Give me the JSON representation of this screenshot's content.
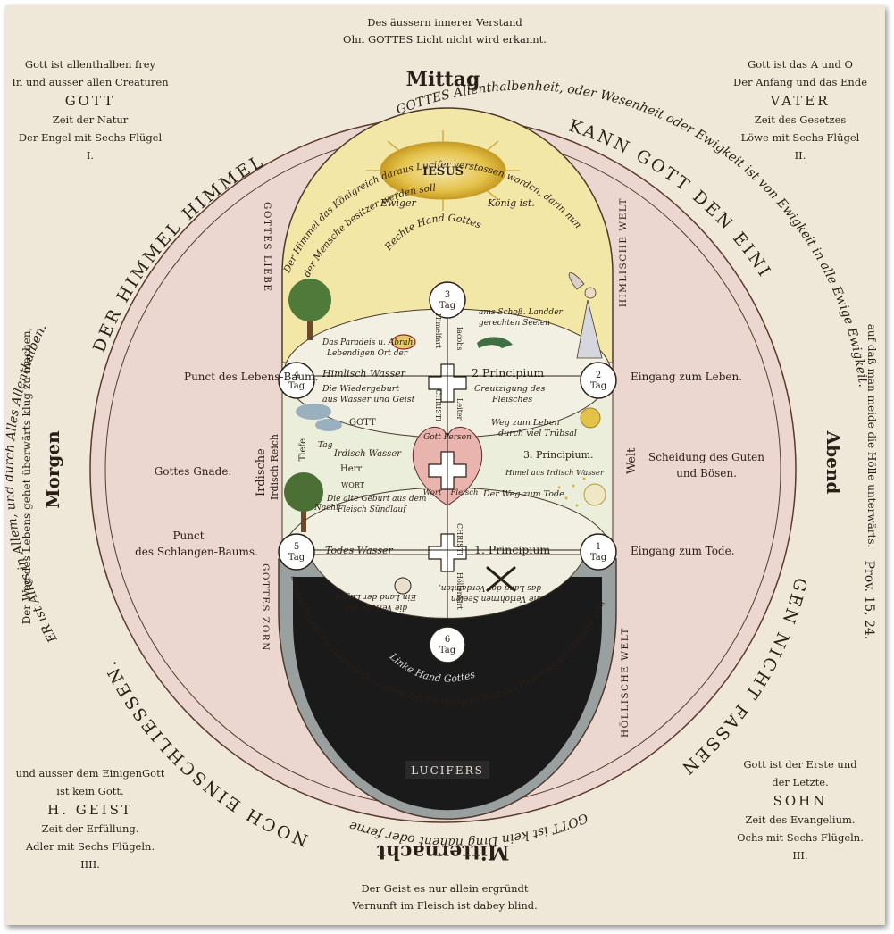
{
  "top_verse": [
    "Des äussern innerer Verstand",
    "Ohn GOTTES Licht nicht wird erkannt."
  ],
  "bottom_verse": [
    "Der Geist es nur allein ergründt",
    "Vernunft im Fleisch ist dabey blind."
  ],
  "cardinal": {
    "north": "Mittag",
    "south": "Mitternacht",
    "west": "Morgen",
    "east": "Abend"
  },
  "corners": {
    "top_left": {
      "lines": [
        "Gott ist allenthalben frey",
        "In und ausser allen Creaturen"
      ],
      "name": "GOTT",
      "sub": [
        "Zeit der Natur",
        "Der Engel mit Sechs Flügel"
      ],
      "num": "I."
    },
    "top_right": {
      "lines": [
        "Gott ist das A und O",
        "Der Anfang und das Ende"
      ],
      "name": "VATER",
      "sub": [
        "Zeit des Gesetzes",
        "Löwe mit Sechs Flügel"
      ],
      "num": "II."
    },
    "bottom_left": {
      "lines": [
        "und ausser dem EinigenGott",
        "ist kein Gott."
      ],
      "name": "H. GEIST",
      "sub": [
        "Zeit der Erfüllung.",
        "Adler mit Sechs Flügeln."
      ],
      "num": "IIII."
    },
    "bottom_right": {
      "lines": [
        "Gott ist der Erste und",
        "der Letzte."
      ],
      "name": "SOHN",
      "sub": [
        "Zeit des Evangelium.",
        "Ochs mit Sechs Flügeln."
      ],
      "num": "III."
    }
  },
  "side_texts": {
    "left": "Der Weg des Lebens gehet überwärts klug zu machen,",
    "right": "auf daß man meide die Hölle unterwärts.",
    "right_ref": "Prov. 15, 24."
  },
  "outer_ring": {
    "top_left": "DER HIMMEL HIMMEL",
    "top_right": "KANN GOTT DEN EINI",
    "bottom_right": "GEN NICHT FASSEN",
    "bottom_left": "NOCH EINSCHLIESSEN."
  },
  "inner_ring": {
    "top": "GOTTES Allenthalbenheit, oder Wesenheit oder Ewigkeit ist von Ewigkeit in alle Ewige Ewigkeit.",
    "left": "ER ist Alles in Allem, und durch Alles Allenthalben.",
    "bottom": "GOTT ist kein Ding nahent oder ferne"
  },
  "side_labels": {
    "left": [
      "Punct des Lebens-Baum.",
      "Gottes Gnade.",
      "Punct",
      "des Schlangen-Baums."
    ],
    "right": [
      "Eingang zum Leben.",
      "Scheidung des Guten",
      "und Bösen.",
      "Eingang zum Tode."
    ]
  },
  "days": {
    "top": [
      "3",
      "Tag"
    ],
    "right_top": [
      "2",
      "Tag"
    ],
    "left_top": [
      "4",
      "Tag"
    ],
    "left_bottom": [
      "5",
      "Tag"
    ],
    "right_bottom": [
      "1",
      "Tag"
    ],
    "bottom": [
      "6",
      "Tag"
    ]
  },
  "diagram": {
    "jesus": "IESUS",
    "upper_arc": [
      "Der Himmel das Königreich daraus Lucifer verstossen worden, darin nun",
      "der Mensche besitzer werden soll"
    ],
    "ewiger": "Ewiger",
    "koenig": "König ist.",
    "rechte_hand": "Rechte Hand Gottes",
    "gottes_liebe": "GOTTES LIEBE",
    "himlische_welt": "HIMLISCHE WELT",
    "paradeis": [
      "Das Paradeis u. Abrah",
      "Lebendigen Ort der"
    ],
    "schoss": [
      "ams Schoß. Landder",
      "gerechten Seelen"
    ],
    "himlisch_wasser": "Himlisch Wasser",
    "principium_2": "2.Principium",
    "wiedergeburt": [
      "Die Wiedergeburt",
      "aus Wasser und Geist"
    ],
    "creutzigung": [
      "Creutzigung des",
      "Fleisches"
    ],
    "himmelfart": "Himelfart",
    "jacobs": "Iacobs",
    "christi": "CHRISTI",
    "leiter": "Leiter",
    "gott": "GOTT",
    "irdisch_reich": "Irdisch Reich",
    "tiefe": "Tiefe",
    "tag_nacht": [
      "Tag",
      "Nacht"
    ],
    "irdisch_wasser": "Irdisch Wasser",
    "herr": "Herr",
    "gott_person": "Gott Person",
    "wort": "Wort",
    "fleisch": "Fleisch",
    "weg_leben": [
      "Weg zum Leben",
      "durch viel Trübsal"
    ],
    "principium_3": "3. Principium.",
    "himelaus": "Himel aus Irdisch Wasser",
    "wort2": "WORT",
    "alte_geburt": [
      "Die alte Geburt aus dem",
      "Fleisch Sündlauf"
    ],
    "weg_tode": "Der Weg zum Tode",
    "todes_wasser": "Todes Wasser",
    "principium_1": "1. Principium",
    "irdische": "Irdische",
    "welt": "Welt",
    "hollenfart": "Höllenfart",
    "christi2": "CHRISTI",
    "verdamten": [
      "das Land der Verdamten,",
      "die Verlohrnen Seelen"
    ],
    "lugen": [
      "Ein Land der Lügen",
      "die Verlohr. des"
    ],
    "linke_hand": "Linke Hand Gottes",
    "gottes_zorn": "GOTTES ZORN",
    "hollische_welt": "HÖLLISCHE WELT",
    "lower_arc": "des Gefängnüß der Abgrund der andere Tod die Höllische Welt der Finsternis die Höllische Pein",
    "lucifers": "LUCIFERS"
  },
  "colors": {
    "paper": "#efe8d8",
    "pink": "#ecd5cf",
    "yellow": "#f2e6a9",
    "dark": "#1b1a1a",
    "green_sky": "#e7ebd6"
  }
}
